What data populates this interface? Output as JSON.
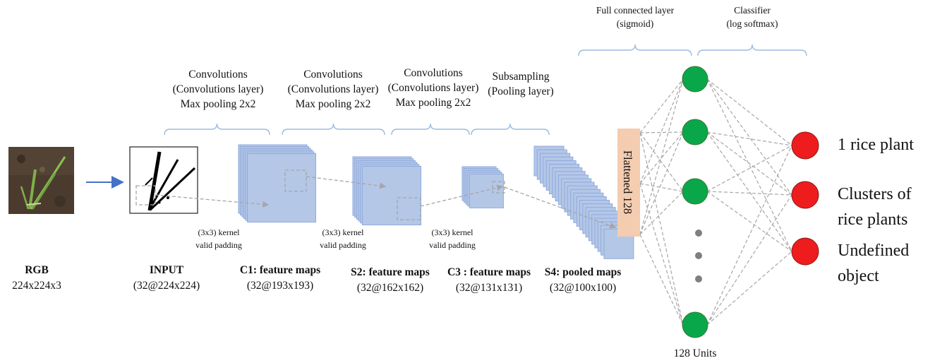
{
  "stages": {
    "rgb": {
      "title": "RGB",
      "dims": "224x224x3"
    },
    "input": {
      "title": "INPUT",
      "dims": "(32@224x224)"
    },
    "c1": {
      "title": "C1: feature maps",
      "dims": "(32@193x193)"
    },
    "s2": {
      "title": "S2: feature maps",
      "dims": "(32@162x162)"
    },
    "c3": {
      "title": "C3 : feature maps",
      "dims": "(32@131x131)"
    },
    "s4": {
      "title": "S4: pooled maps",
      "dims": "(32@100x100)"
    }
  },
  "operations": [
    {
      "line1": "Convolutions",
      "line2": "(Convolutions layer)",
      "line3": "Max pooling 2x2"
    },
    {
      "line1": "Convolutions",
      "line2": "(Convolutions layer)",
      "line3": "Max pooling 2x2"
    },
    {
      "line1": "Convolutions",
      "line2": "(Convolutions layer)",
      "line3": "Max pooling 2x2"
    },
    {
      "line1": "Subsampling",
      "line2": "(Pooling layer)"
    }
  ],
  "kernels": [
    {
      "line1": "(3x3) kernel",
      "line2": "valid padding"
    },
    {
      "line1": "(3x3) kernel",
      "line2": "valid padding"
    },
    {
      "line1": "(3x3) kernel",
      "line2": "valid padding"
    }
  ],
  "flatten_label": "Flattened 128",
  "dense": {
    "title_line1": "Full connected layer",
    "title_line2": "(sigmoid)",
    "units_label": "128 Units"
  },
  "classifier": {
    "title_line1": "Classifier",
    "title_line2": "(log softmax)",
    "outputs": [
      {
        "line1": "1 rice plant"
      },
      {
        "line1": "Clusters of",
        "line2": "rice plants"
      },
      {
        "line1": "Undefined",
        "line2": "object"
      }
    ]
  },
  "colors": {
    "feature_map_fill": "#b4c7e7",
    "feature_map_stroke": "#8faadc",
    "brace": "#9dbbe0",
    "hidden_node": "#0aa64a",
    "output_node": "#ee1c1c",
    "flatten_fill": "#f4ccb0",
    "connection": "#a6a6a6",
    "arrow": "#4472c4"
  }
}
